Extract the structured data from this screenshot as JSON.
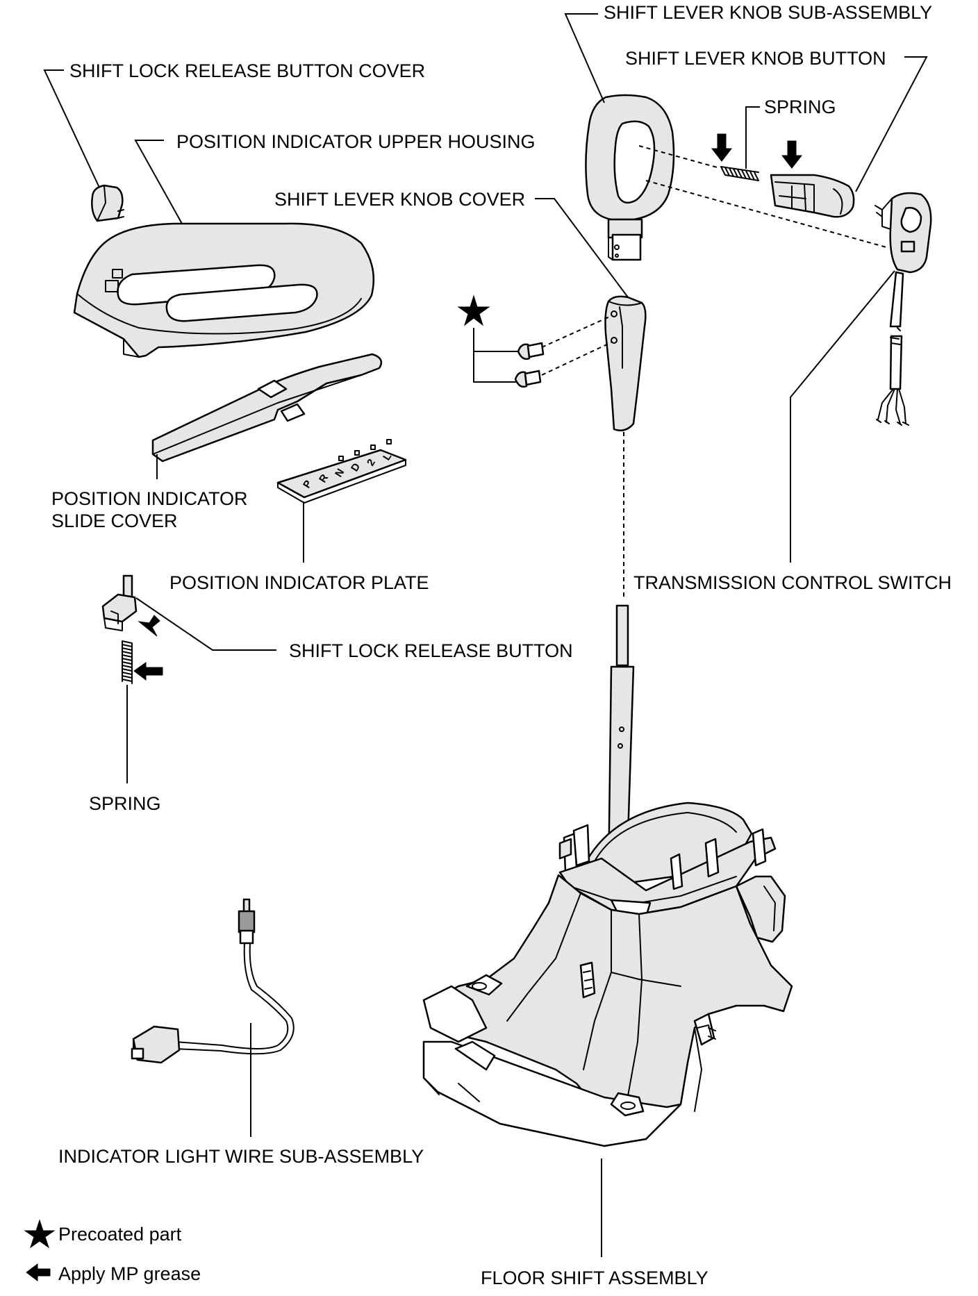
{
  "labels": {
    "shift_lever_knob_sub_assembly": "SHIFT LEVER KNOB SUB-ASSEMBLY",
    "shift_lock_release_button_cover": "SHIFT LOCK RELEASE BUTTON COVER",
    "shift_lever_knob_button": "SHIFT LEVER KNOB BUTTON",
    "spring_top": "SPRING",
    "position_indicator_upper_housing": "POSITION INDICATOR UPPER HOUSING",
    "shift_lever_knob_cover": "SHIFT LEVER KNOB COVER",
    "position_indicator_slide_cover_line1": "POSITION INDICATOR",
    "position_indicator_slide_cover_line2": "SLIDE COVER",
    "position_indicator_plate": "POSITION INDICATOR PLATE",
    "transmission_control_switch": "TRANSMISSION CONTROL SWITCH",
    "shift_lock_release_button": "SHIFT LOCK RELEASE BUTTON",
    "spring_left": "SPRING",
    "indicator_light_wire_sub_assembly": "INDICATOR LIGHT WIRE SUB-ASSEMBLY",
    "floor_shift_assembly": "FLOOR SHIFT ASSEMBLY"
  },
  "plate_letters": [
    "P",
    "R",
    "N",
    "D",
    "2",
    "L"
  ],
  "legend": {
    "precoated_icon": "star-icon",
    "precoated_label": "Precoated part",
    "grease_icon": "arrow-left-icon",
    "grease_label": "Apply MP grease"
  }
}
